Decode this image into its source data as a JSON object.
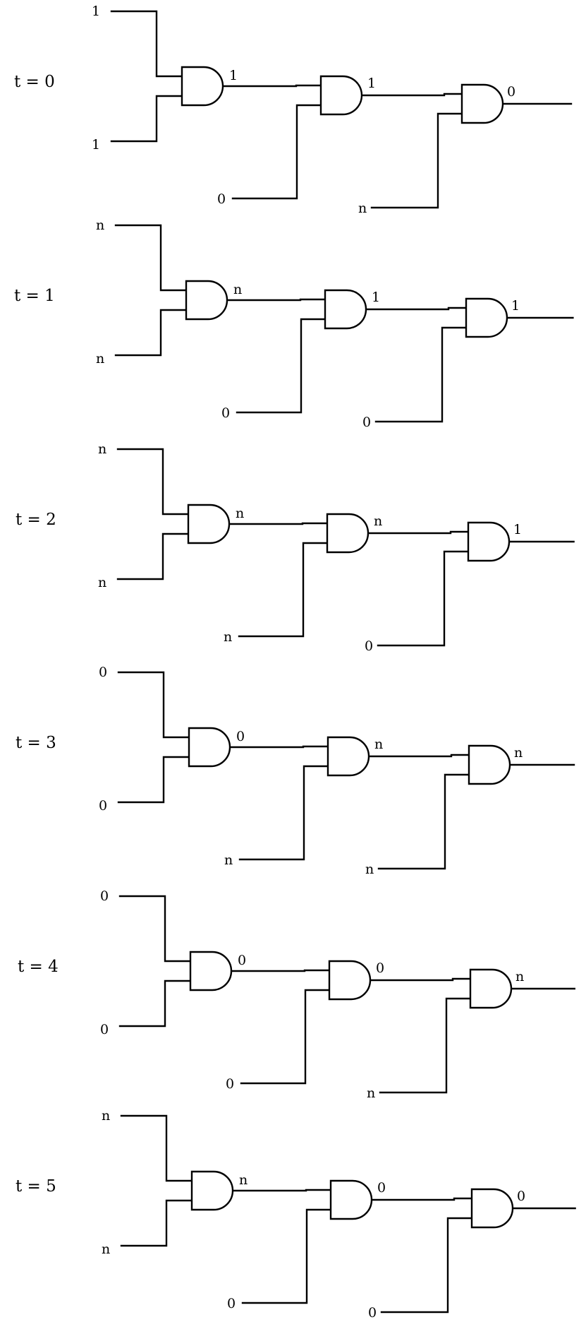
{
  "stages": [
    {
      "time_label": "t = 0",
      "inputs": [
        "1",
        "1",
        "0",
        "n"
      ],
      "outputs": [
        "1",
        "1",
        "0"
      ]
    },
    {
      "time_label": "t = 1",
      "inputs": [
        "n",
        "n",
        "0",
        "0"
      ],
      "outputs": [
        "n",
        "1",
        "1"
      ]
    },
    {
      "time_label": "t = 2",
      "inputs": [
        "n",
        "n",
        "n",
        "0"
      ],
      "outputs": [
        "n",
        "n",
        "1"
      ]
    },
    {
      "time_label": "t = 3",
      "inputs": [
        "0",
        "0",
        "n",
        "n"
      ],
      "outputs": [
        "0",
        "n",
        "n"
      ]
    },
    {
      "time_label": "t = 4",
      "inputs": [
        "0",
        "0",
        "0",
        "n"
      ],
      "outputs": [
        "0",
        "0",
        "n"
      ]
    },
    {
      "time_label": "t = 5",
      "inputs": [
        "n",
        "n",
        "0",
        "0"
      ],
      "outputs": [
        "n",
        "0",
        "0"
      ]
    }
  ]
}
